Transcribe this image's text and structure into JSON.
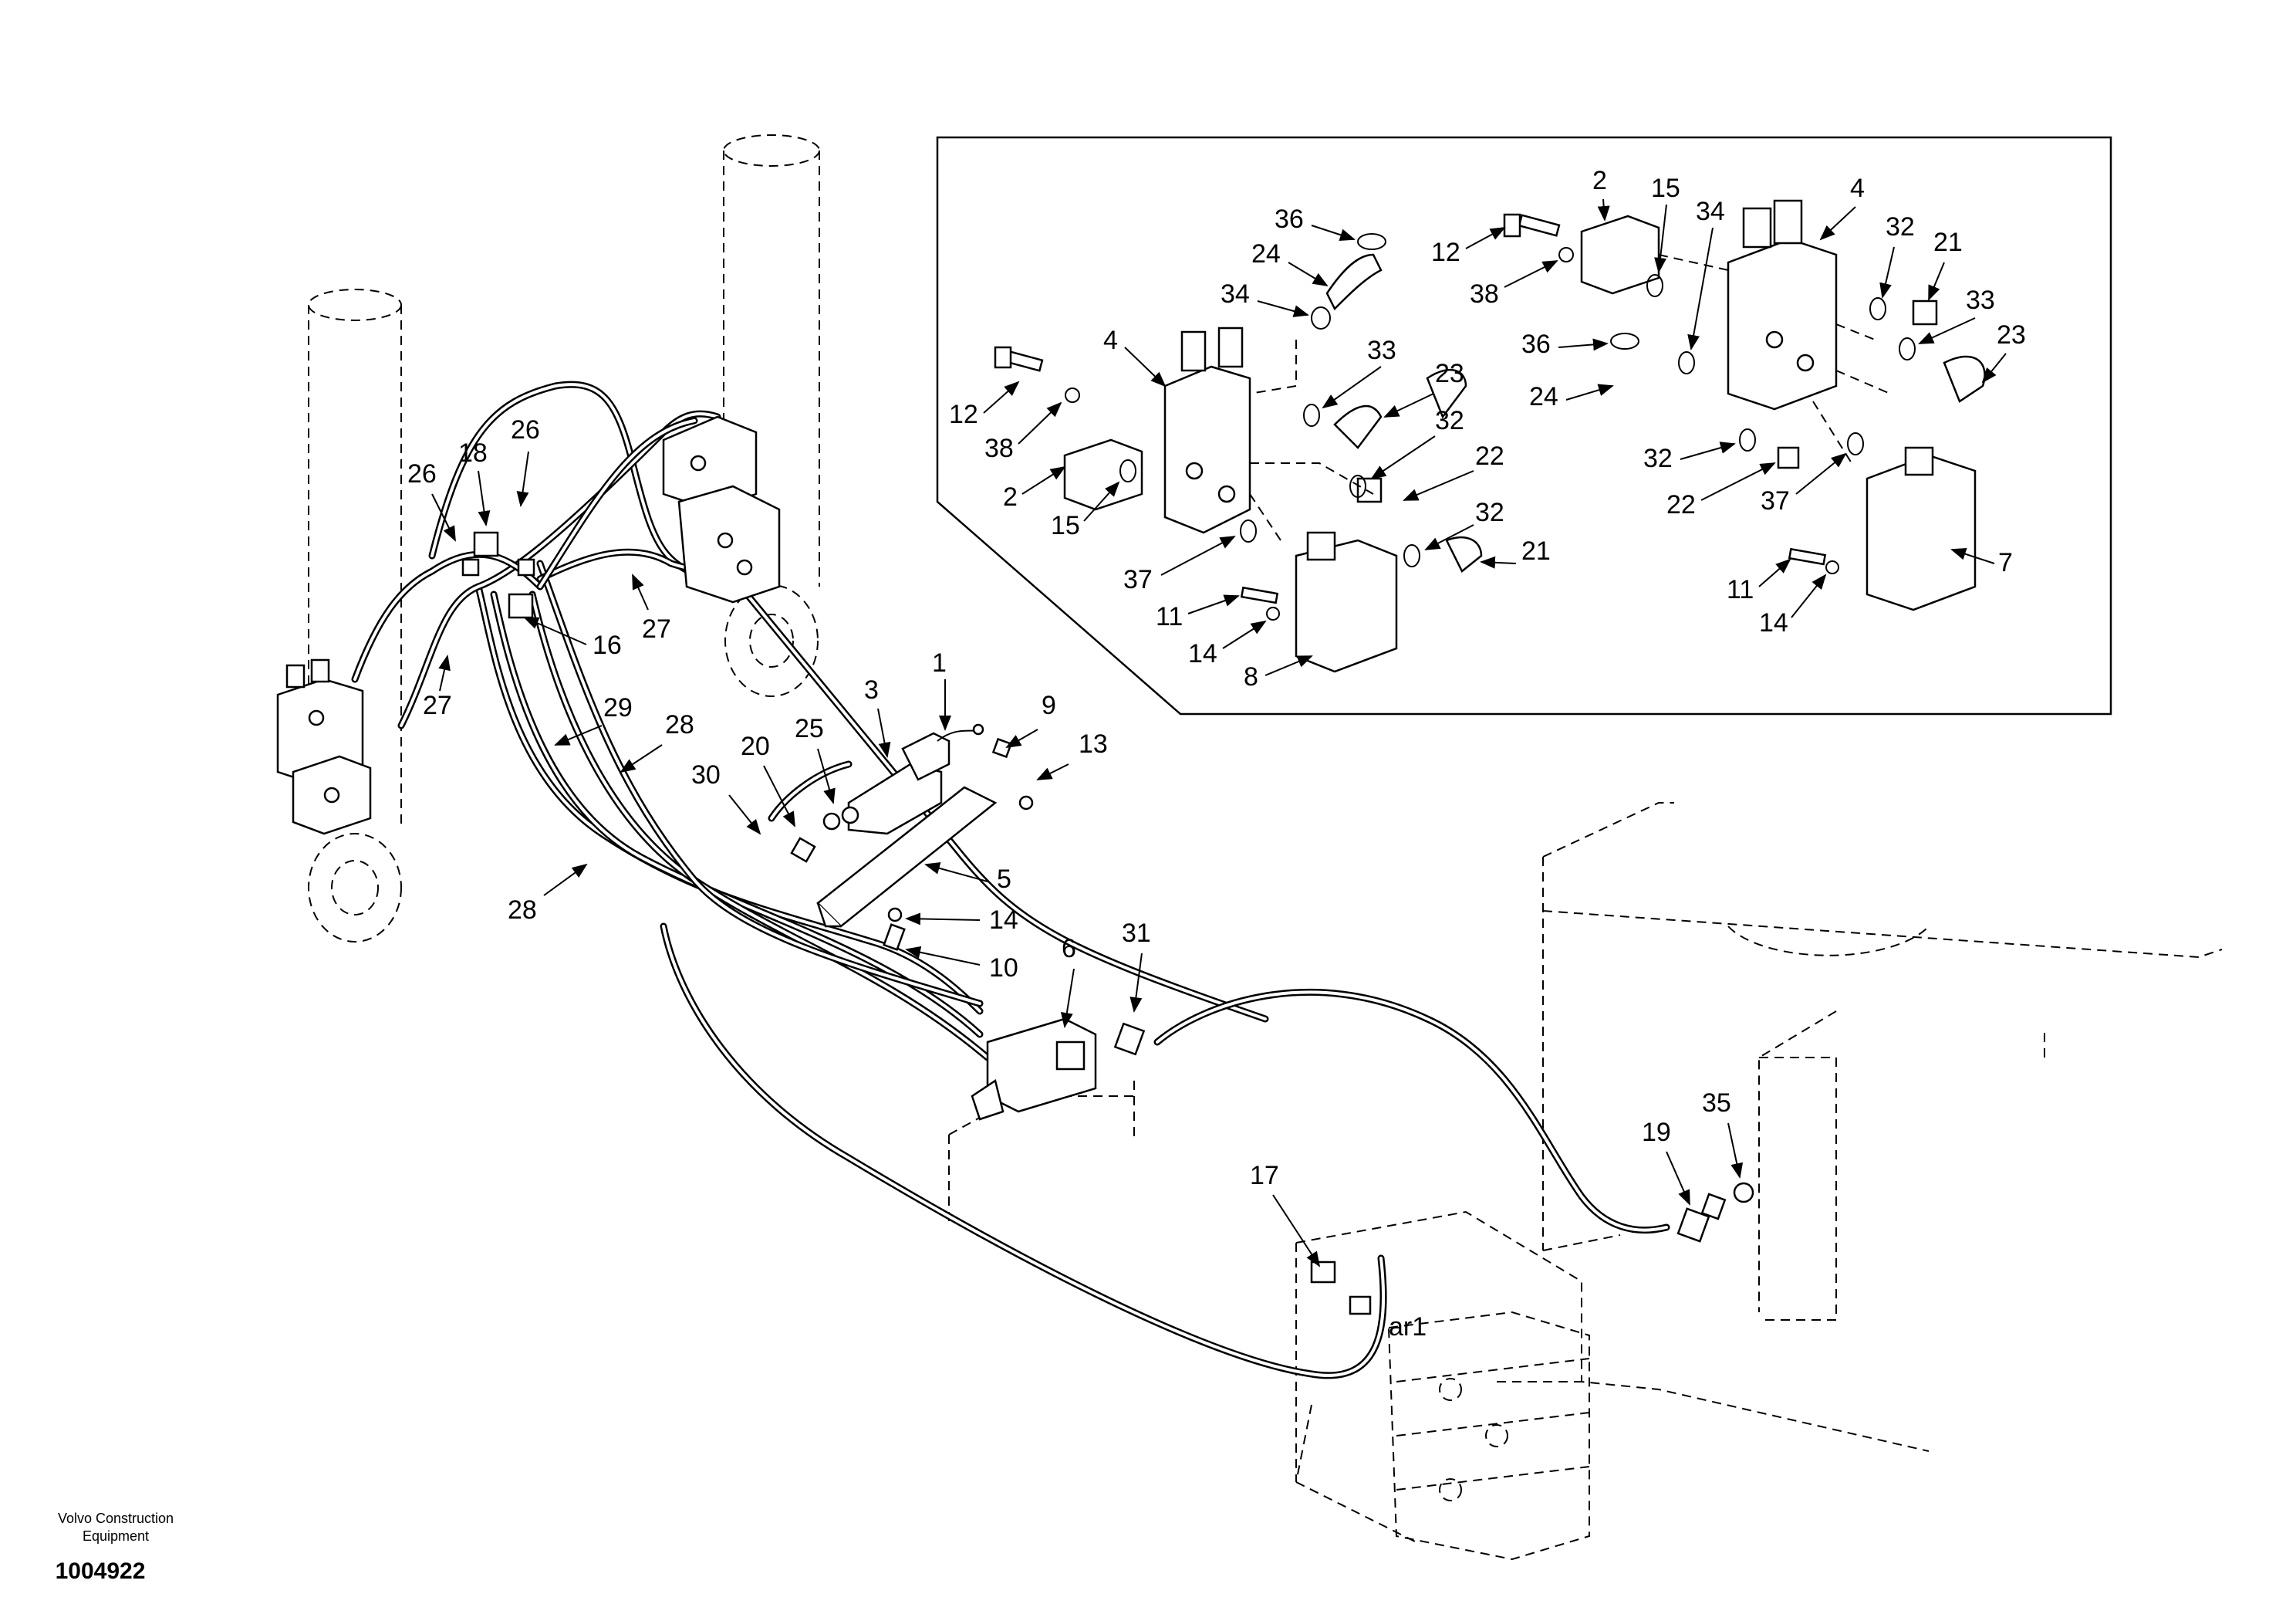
{
  "footer": {
    "brand_line1": "Volvo Construction",
    "brand_line2": "Equipment",
    "doc_number": "1004922"
  },
  "callouts": {
    "main": [
      "26",
      "18",
      "26",
      "16",
      "27",
      "27",
      "29",
      "28",
      "28",
      "30",
      "20",
      "25",
      "3",
      "1",
      "9",
      "13",
      "5",
      "14",
      "10",
      "6",
      "31",
      "19",
      "35",
      "17"
    ],
    "inset": [
      "36",
      "24",
      "34",
      "4",
      "12",
      "38",
      "2",
      "15",
      "33",
      "23",
      "32",
      "22",
      "37",
      "21",
      "11",
      "14",
      "8",
      "2",
      "15",
      "34",
      "4",
      "32",
      "21",
      "33",
      "23",
      "12",
      "38",
      "36",
      "24",
      "32",
      "22",
      "37",
      "11",
      "14",
      "7"
    ]
  },
  "annotation": "ar1"
}
